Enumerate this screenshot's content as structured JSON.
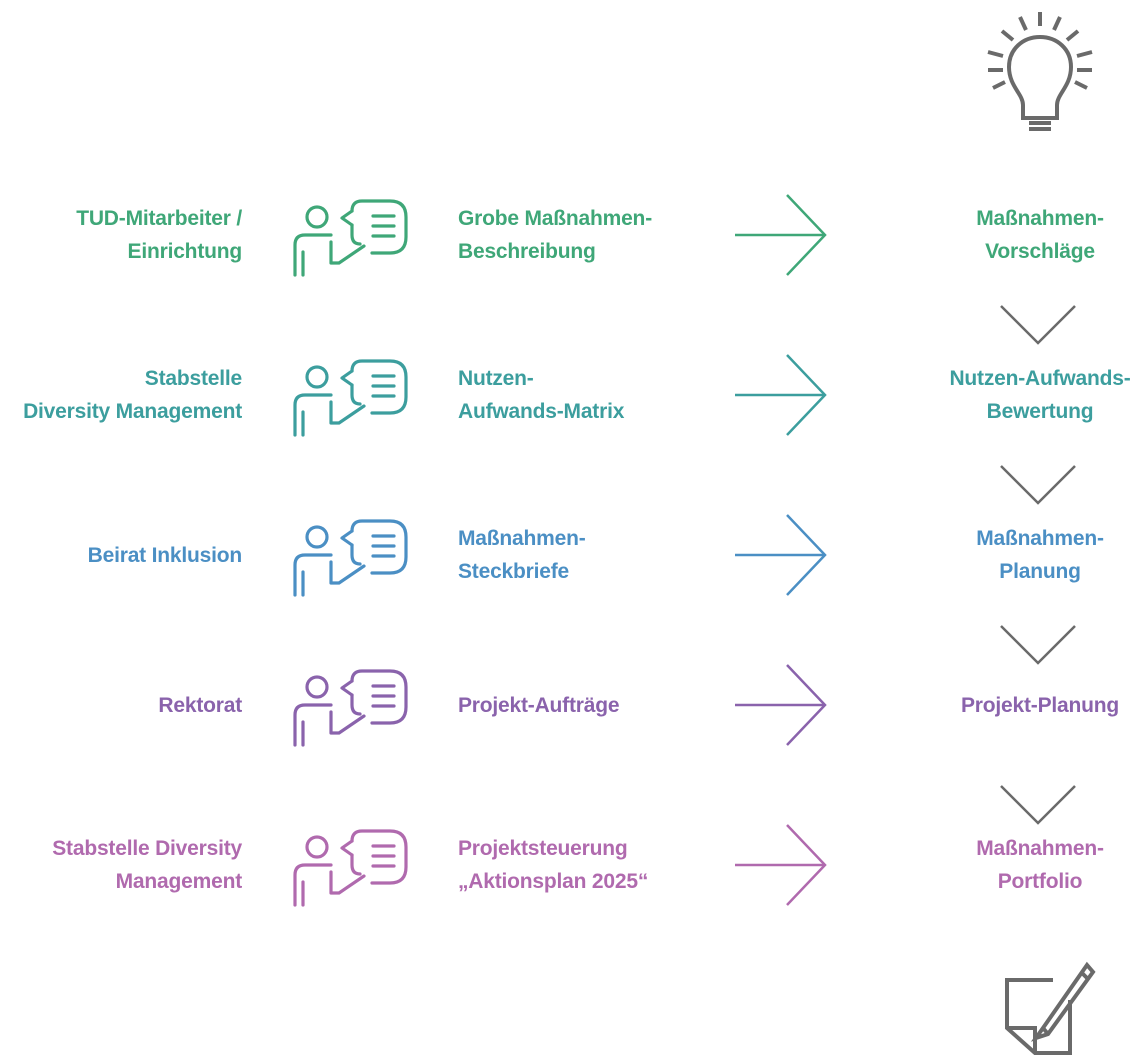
{
  "icons": {
    "top": "lightbulb-icon",
    "bottom": "document-edit-icon",
    "row": "presenter-speech-bubble-icon",
    "arrow": "arrow-right-icon",
    "step": "chevron-down-icon"
  },
  "colors": {
    "icon_gray": "#6a6a6a"
  },
  "rows": [
    {
      "color": "#3fa778",
      "actor": "TUD-Mitarbeiter /\nEinrichtung",
      "artifact": "Grobe Maßnahmen-\nBeschreibung",
      "result": "Maßnahmen-\nVorschläge"
    },
    {
      "color": "#3c9e9e",
      "actor": "Stabstelle\nDiversity Management",
      "artifact": "Nutzen-\nAufwands-Matrix",
      "result": "Nutzen-Aufwands-\nBewertung"
    },
    {
      "color": "#4b8fc4",
      "actor": "Beirat Inklusion",
      "artifact": "Maßnahmen-\nSteckbriefe",
      "result": "Maßnahmen-\nPlanung"
    },
    {
      "color": "#8a63ac",
      "actor": "Rektorat",
      "artifact": "Projekt-Aufträge",
      "result": "Projekt-Planung"
    },
    {
      "color": "#b06aae",
      "actor": "Stabstelle Diversity\nManagement",
      "artifact": "Projektsteuerung\n„Aktionsplan 2025“",
      "result": "Maßnahmen-\nPortfolio"
    }
  ]
}
